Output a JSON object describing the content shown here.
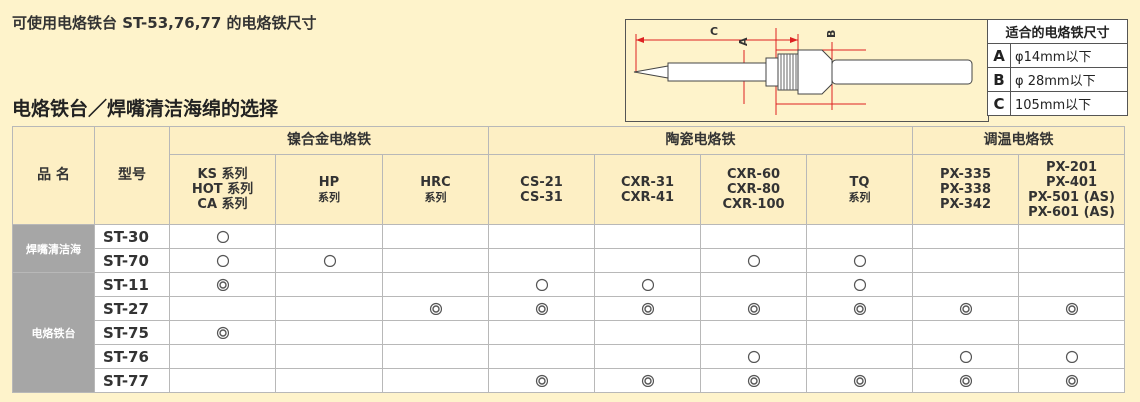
{
  "top_note": "可使用电烙铁台 ST-53,76,77 的电烙铁尺寸",
  "section_title": "电烙铁台／焊嘴清洁海绵的选择",
  "diagram": {
    "labels": {
      "c": "C",
      "a": "A",
      "b": "B"
    }
  },
  "spec": {
    "header": "适合的电烙铁尺寸",
    "rows": [
      {
        "key": "A",
        "value": "φ14mm以下"
      },
      {
        "key": "B",
        "value": "φ 28mm以下"
      },
      {
        "key": "C",
        "value": "105mm以下"
      }
    ]
  },
  "table": {
    "col_name": "品 名",
    "col_model": "型号",
    "groups": [
      "镍合金电烙铁",
      "陶瓷电烙铁",
      "调温电烙铁"
    ],
    "subcols": [
      [
        "KS 系列",
        "HOT 系列",
        "CA 系列"
      ],
      [
        "HP",
        "系列"
      ],
      [
        "HRC",
        "系列"
      ],
      [
        "CS-21",
        "CS-31"
      ],
      [
        "CXR-31",
        "CXR-41"
      ],
      [
        "CXR-60",
        "CXR-80",
        "CXR-100"
      ],
      [
        "TQ",
        "系列"
      ],
      [
        "PX-335",
        "PX-338",
        "PX-342"
      ],
      [
        "PX-201",
        "PX-401",
        "PX-501 (AS)",
        "PX-601 (AS)"
      ]
    ],
    "row_groups": [
      {
        "label": "焊嘴清洁海",
        "models": [
          "ST-30",
          "ST-70"
        ]
      },
      {
        "label": "电烙铁台",
        "models": [
          "ST-11",
          "ST-27",
          "ST-75",
          "ST-76",
          "ST-77"
        ]
      }
    ],
    "rows": [
      {
        "model": "ST-30",
        "marks": [
          "o",
          "",
          "",
          "",
          "",
          "",
          "",
          "",
          ""
        ]
      },
      {
        "model": "ST-70",
        "marks": [
          "o",
          "o",
          "",
          "",
          "",
          "o",
          "o",
          "",
          ""
        ]
      },
      {
        "model": "ST-11",
        "marks": [
          "d",
          "",
          "",
          "o",
          "o",
          "",
          "o",
          "",
          ""
        ]
      },
      {
        "model": "ST-27",
        "marks": [
          "",
          "",
          "d",
          "d",
          "d",
          "d",
          "d",
          "d",
          "d"
        ]
      },
      {
        "model": "ST-75",
        "marks": [
          "d",
          "",
          "",
          "",
          "",
          "",
          "",
          "",
          ""
        ]
      },
      {
        "model": "ST-76",
        "marks": [
          "",
          "",
          "",
          "",
          "",
          "o",
          "",
          "o",
          "o"
        ]
      },
      {
        "model": "ST-77",
        "marks": [
          "",
          "",
          "",
          "d",
          "d",
          "d",
          "d",
          "d",
          "d"
        ]
      }
    ]
  }
}
